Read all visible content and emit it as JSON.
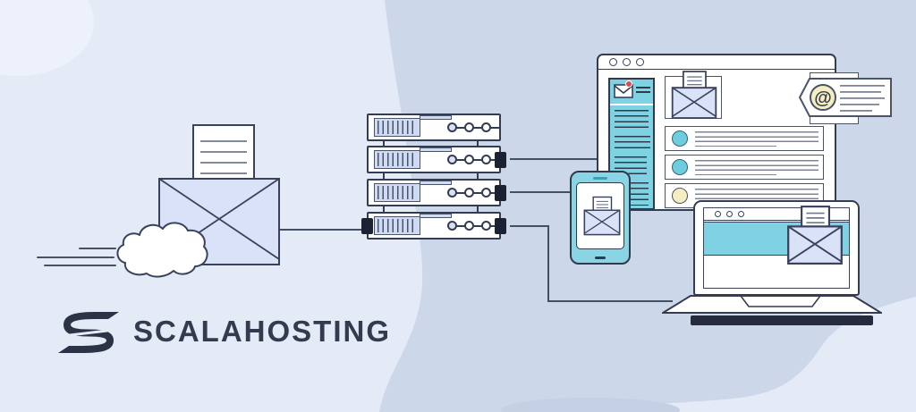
{
  "brand": {
    "logo_text": "SCALAHOSTING"
  },
  "at_tag": {
    "symbol": "@"
  },
  "palette": {
    "background": "#e4eaf6",
    "blob": "#ccd7e9",
    "accent_cyan": "#7fd2e2",
    "accent_light_blue": "#d9e2f6",
    "accent_yellow": "#f5eec1",
    "alert_red": "#e2494f",
    "outline_dark": "#343c52",
    "brand_dark": "#2d3347",
    "placeholder_gray": "#7c8496"
  },
  "illustration": {
    "server_count": 4,
    "window_controls": 3,
    "email_rows": [
      {
        "avatar_color": "#6fcde2"
      },
      {
        "avatar_color": "#6fcde2"
      },
      {
        "avatar_color": "#f5eec1"
      }
    ]
  }
}
